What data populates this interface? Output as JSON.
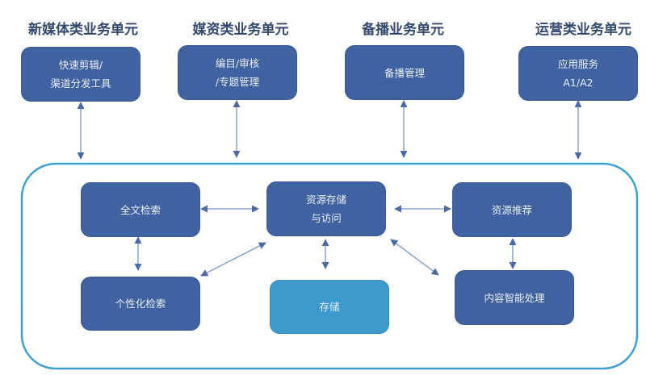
{
  "units": [
    {
      "title": "新媒体类业务单元",
      "box": [
        "快速剪辑/",
        "渠道分发工具"
      ]
    },
    {
      "title": "媒资类业务单元",
      "box": [
        "编目/审核",
        "/专题管理"
      ]
    },
    {
      "title": "备播业务单元",
      "box": [
        "备播管理"
      ]
    },
    {
      "title": "运营类业务单元",
      "box": [
        "应用服务",
        "A1/A2"
      ]
    }
  ],
  "platform": {
    "full_text_search": "全文检索",
    "personalized_search": "个性化检索",
    "resource_storage_access": [
      "资源存储",
      "与访问"
    ],
    "storage": "存储",
    "resource_recommendation": "资源推荐",
    "content_intelligent_processing": "内容智能处理"
  },
  "colors": {
    "box_dark": "#4062a0",
    "box_light": "#3c9bcc",
    "container_border": "#3fa0d0",
    "arrow": "#4a6aa6",
    "title": "#34496e"
  }
}
